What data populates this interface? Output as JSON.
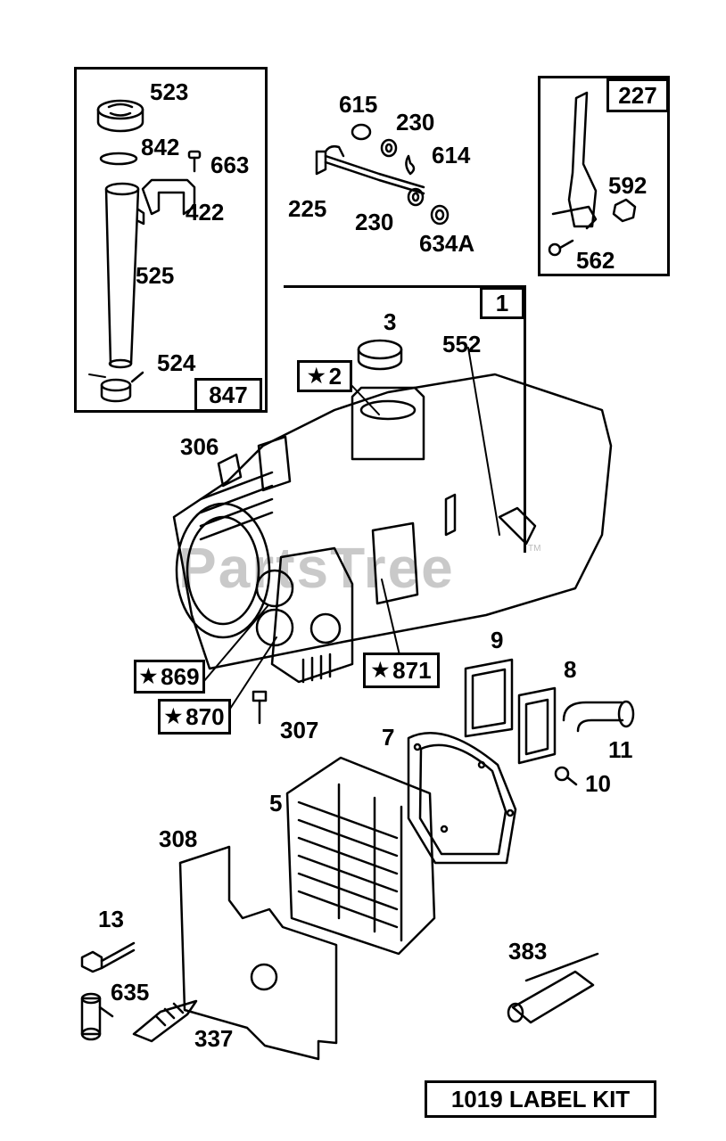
{
  "watermark": {
    "text": "PartsTree",
    "trademark": "TM"
  },
  "callouts": {
    "p523": "523",
    "p842": "842",
    "p663": "663",
    "p422": "422",
    "p525": "525",
    "p524": "524",
    "p615": "615",
    "p230a": "230",
    "p614": "614",
    "p225": "225",
    "p230b": "230",
    "p634a": "634A",
    "p592": "592",
    "p562": "562",
    "p3": "3",
    "p552": "552",
    "p306": "306",
    "p307": "307",
    "p9": "9",
    "p8": "8",
    "p7": "7",
    "p11": "11",
    "p10": "10",
    "p5": "5",
    "p308": "308",
    "p13": "13",
    "p635": "635",
    "p337": "337",
    "p383": "383"
  },
  "boxed_callouts": {
    "b847": "847",
    "b227": "227",
    "b1": "1",
    "b2": "2",
    "b869": "869",
    "b870": "870",
    "b871": "871",
    "label_kit": "1019 LABEL KIT"
  },
  "star_symbol": "★"
}
